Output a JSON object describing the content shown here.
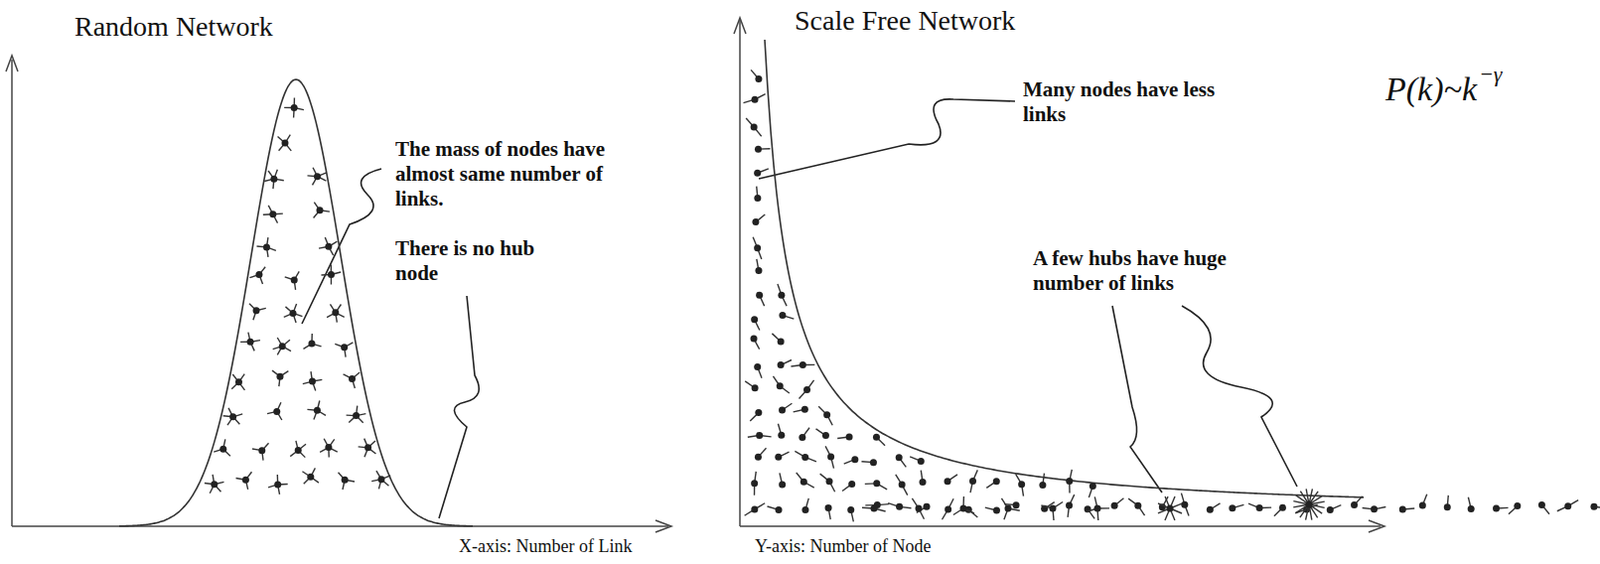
{
  "diagram": {
    "labels": [
      "Random Network",
      "Scale Free Network",
      "The mass of nodes have almost same number of links.",
      "There is no hub node",
      "Many nodes have less links",
      "A few hubs have huge number of links",
      "P(k)~k",
      "−γ",
      "X-axis: Number of Link",
      "Y-axis: Number of Node"
    ]
  }
}
